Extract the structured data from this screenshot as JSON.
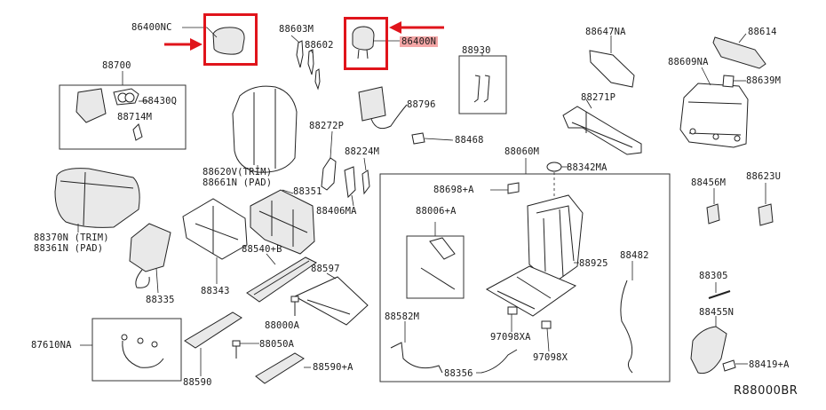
{
  "reference_code": "R88000BR",
  "accent_color": "#e0141b",
  "highlight_color": "#f4a6a6",
  "labels": {
    "l86400NC": "86400NC",
    "l86400N": "86400N",
    "l88603M": "88603M",
    "l88602": "88602",
    "l88930": "88930",
    "l88647NA": "88647NA",
    "l88614": "88614",
    "l88609NA": "88609NA",
    "l88639M": "88639M",
    "l88700": "88700",
    "l68430Q": "68430Q",
    "l88714M": "88714M",
    "l88796": "88796",
    "l88272P": "88272P",
    "l88468": "88468",
    "l88271P": "88271P",
    "l88620V": "88620V(TRIM)",
    "l88661N": "88661N (PAD)",
    "l88224M": "88224M",
    "l88060M": "88060M",
    "l88342MA": "88342MA",
    "l88351": "88351",
    "l88406MA": "88406MA",
    "l88698A": "88698+A",
    "l88456M": "88456M",
    "l88623U": "88623U",
    "l88006A": "88006+A",
    "l88370N": "88370N (TRIM)",
    "l88361N": "88361N (PAD)",
    "l88540B": "88540+B",
    "l88597": "88597",
    "l88925": "88925",
    "l88482": "88482",
    "l88335": "88335",
    "l88343": "88343",
    "l88305": "88305",
    "l88000A": "88000A",
    "l88455N": "88455N",
    "l88582M": "88582M",
    "l97098XA": "97098XA",
    "l87610NA": "87610NA",
    "l88050A": "88050A",
    "l97098X": "97098X",
    "l88419A": "88419+A",
    "l88590A": "88590+A",
    "l88356": "88356",
    "l88590": "88590"
  }
}
